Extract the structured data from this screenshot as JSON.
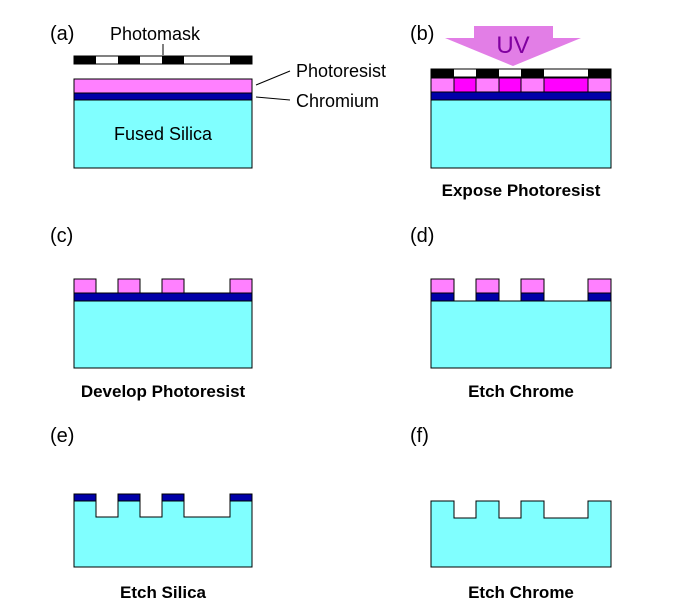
{
  "panels": [
    {
      "label": "(a)",
      "caption": ""
    },
    {
      "label": "(b)",
      "caption": "Expose Photoresist"
    },
    {
      "label": "(c)",
      "caption": "Develop Photoresist"
    },
    {
      "label": "(d)",
      "caption": "Etch Chrome"
    },
    {
      "label": "(e)",
      "caption": "Etch Silica"
    },
    {
      "label": "(f)",
      "caption": "Etch Chrome"
    }
  ],
  "callouts": {
    "photomask": "Photomask",
    "photoresist": "Photoresist",
    "chromium": "Chromium",
    "substrate": "Fused Silica",
    "uv": "UV"
  },
  "colors": {
    "silica": "#80ffff",
    "chromium": "#0000a8",
    "resist": "#ff80ff",
    "resist_exposed": "#ff00ff",
    "mask_dark": "#000000",
    "uv_arrow": "#e27ee6",
    "uv_text": "#8000a0",
    "outline": "#000000"
  }
}
